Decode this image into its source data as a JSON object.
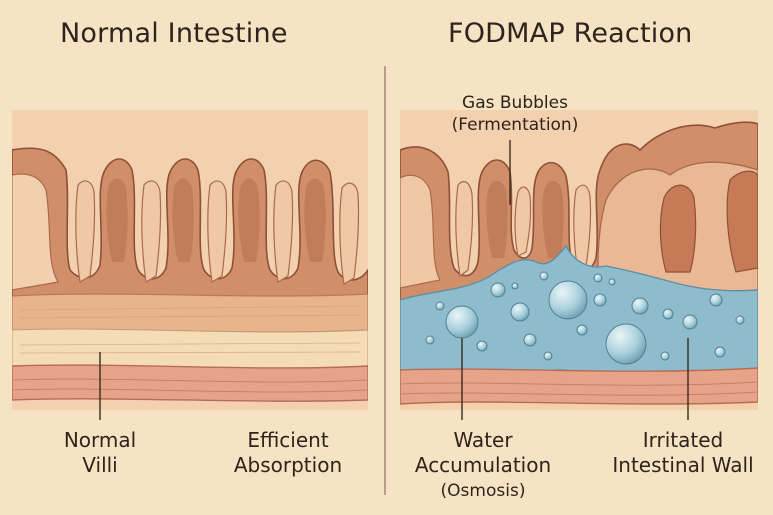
{
  "colors": {
    "background": "#f6e3c4",
    "tissue_light": "#f4d2b0",
    "villi": "#cf8d67",
    "villi_dark": "#b0684a",
    "muscle": "#e8bf93",
    "mucosa_band": "#e9a38a",
    "water": "#8fbccc",
    "bubble": "#b8dbe4",
    "divider": "#a58f78",
    "label_line": "#3a2a20"
  },
  "left_panel": {
    "title": "Normal Intestine",
    "labels": {
      "normal_villi": "Normal\nVilli",
      "efficient_absorption": "Efficient\nAbsorption"
    }
  },
  "right_panel": {
    "title": "FODMAP Reaction",
    "labels": {
      "gas_bubbles": "Gas Bubbles\n(Fermentation)",
      "water_accumulation": "Water\nAccumulation",
      "osmosis": "(Osmosis)",
      "irritated_wall": "Irritated\nIntestinal Wall"
    }
  }
}
